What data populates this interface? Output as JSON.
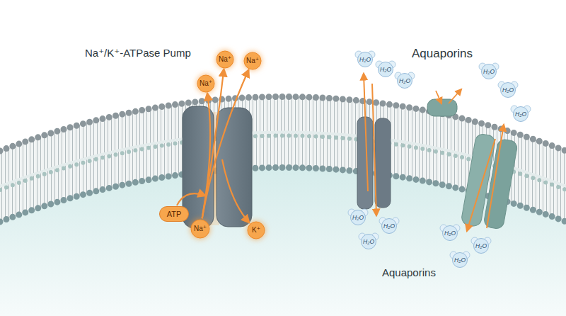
{
  "diagram": {
    "nodes": [
      {
        "text": [
          "Na⁺"
        ]
      },
      {
        "text": [
          "Na⁺"
        ]
      },
      {
        "text": [
          "Na⁺"
        ]
      },
      {
        "text": [
          "H₂O"
        ]
      },
      {
        "text": [
          "H₂O"
        ]
      },
      {
        "text": [
          "H₂O"
        ]
      },
      {
        "text": [
          "H₂O"
        ]
      },
      {
        "text": [
          "H₂O"
        ]
      },
      {
        "text": [
          "H₂O"
        ]
      },
      {
        "text": [
          "ATP"
        ]
      },
      {
        "text": [
          "Na⁺"
        ]
      },
      {
        "text": [
          "K⁺"
        ]
      },
      {
        "text": [
          "H₂O"
        ]
      },
      {
        "text": [
          "H₂O"
        ]
      },
      {
        "text": [
          "H₂O"
        ]
      },
      {
        "text": [
          "H₂O"
        ]
      },
      {
        "text": [
          "H₂O"
        ]
      },
      {
        "text": [
          "H₂O"
        ]
      }
    ],
    "edges": [
      {
        "from": 10,
        "to": 0,
        "arrow": "to"
      },
      {
        "from": 10,
        "to": 1,
        "arrow": "to"
      },
      {
        "from": 10,
        "to": 2,
        "arrow": "to"
      }
    ],
    "labels": [
      "Na⁺/K⁺-ATPase Pump",
      "Aquaporins",
      "Aquaporins"
    ]
  }
}
